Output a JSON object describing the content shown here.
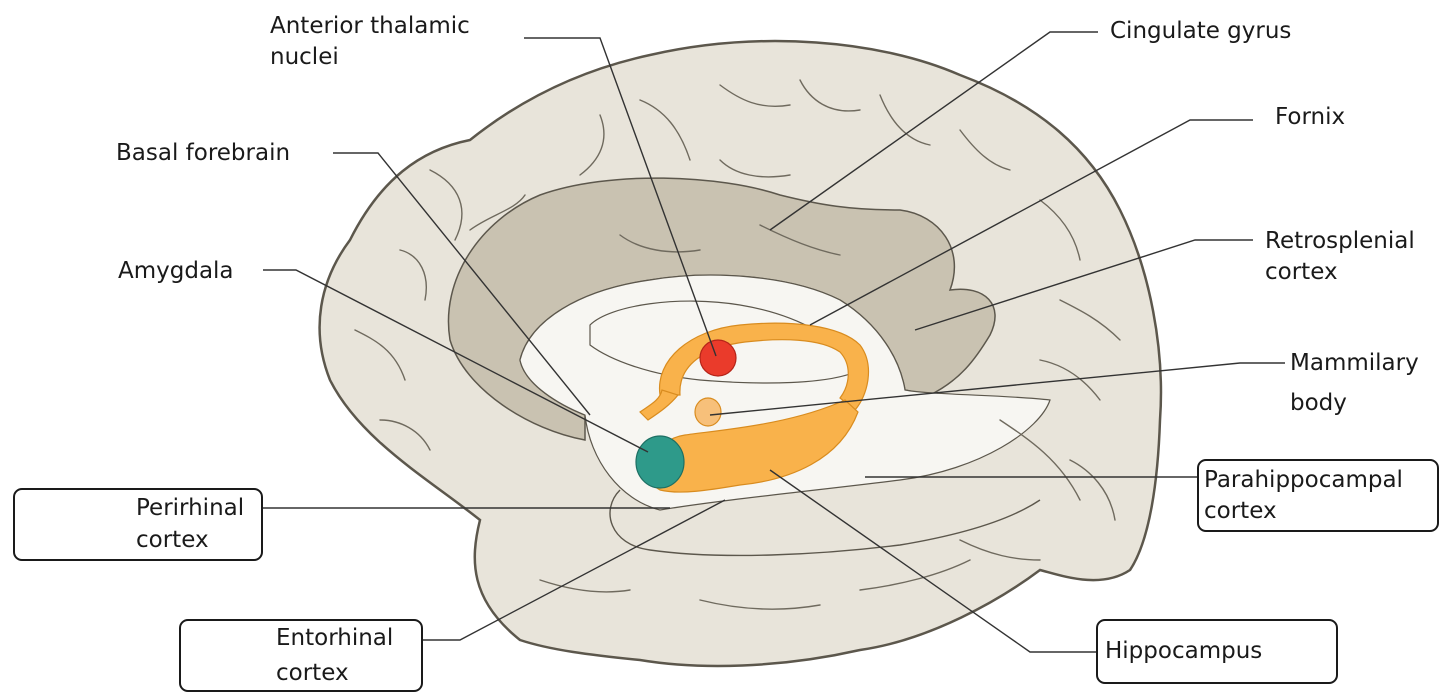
{
  "labels": {
    "anterior_thalamic_nuclei": [
      "Anterior thalamic",
      "nuclei"
    ],
    "cingulate_gyrus": [
      "Cingulate gyrus"
    ],
    "fornix": [
      "Fornix"
    ],
    "basal_forebrain": [
      "Basal forebrain"
    ],
    "retrosplenial_cortex": [
      "Retrosplenial",
      "cortex"
    ],
    "amygdala": [
      "Amygdala"
    ],
    "mammillary_body": [
      "Mammilary",
      "body"
    ],
    "perirhinal_cortex": [
      "Perirhinal",
      "cortex"
    ],
    "parahippocampal_cortex": [
      "Parahippocampal",
      "cortex"
    ],
    "entorhinal_cortex": [
      "Entorhinal",
      "cortex"
    ],
    "hippocampus": [
      "Hippocampus"
    ]
  },
  "colors": {
    "cortex": "#e8e4da",
    "cortex_outline": "#5c574c",
    "cingulate": "#c9c2b1",
    "inner": "#f7f6f2",
    "hippocampal_formation": "#f9b24b",
    "fornix_outline": "#d98c1f",
    "anterior_thalamic_nuclei": "#ea3b2b",
    "amygdala": "#2e9a8a",
    "mammillary_body": "#f7c07a"
  }
}
